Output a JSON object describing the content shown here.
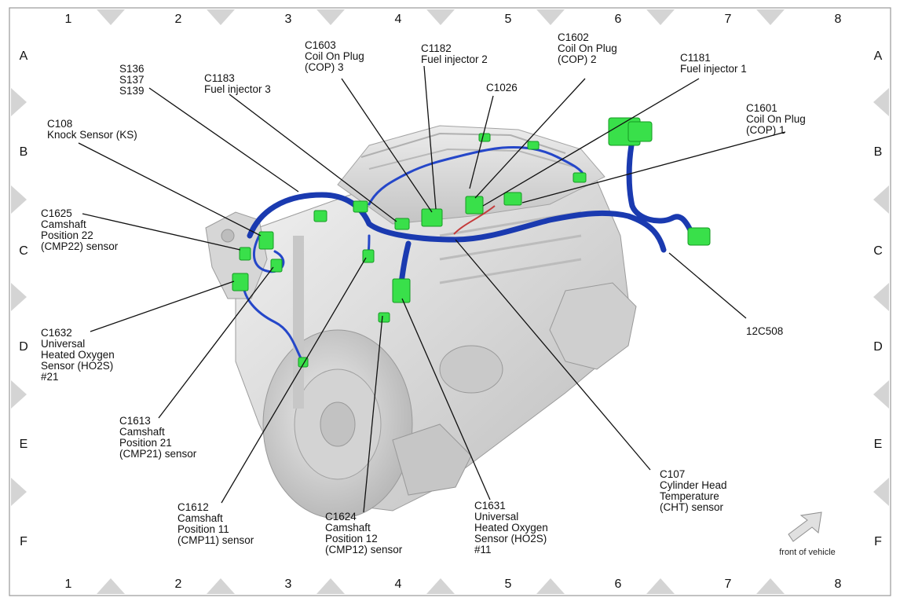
{
  "columns": [
    "1",
    "2",
    "3",
    "4",
    "5",
    "6",
    "7",
    "8"
  ],
  "rows": [
    "A",
    "B",
    "C",
    "D",
    "E",
    "F"
  ],
  "callouts": {
    "c1603": [
      "C1603",
      "Coil On Plug",
      "(COP) 3"
    ],
    "c1182": [
      "C1182",
      "Fuel injector 2"
    ],
    "c1602": [
      "C1602",
      "Coil On Plug",
      "(COP) 2"
    ],
    "c1181": [
      "C1181",
      "Fuel injector 1"
    ],
    "s136": [
      "S136",
      "S137",
      "S139"
    ],
    "c1183": [
      "C1183",
      "Fuel injector 3"
    ],
    "c1026": [
      "C1026"
    ],
    "c1601": [
      "C1601",
      "Coil On Plug",
      "(COP) 1"
    ],
    "c108": [
      "C108",
      "Knock Sensor (KS)"
    ],
    "c1625": [
      "C1625",
      "Camshaft",
      "Position 22",
      "(CMP22) sensor"
    ],
    "c1632": [
      "C1632",
      "Universal",
      "Heated Oxygen",
      "Sensor (HO2S)",
      "#21"
    ],
    "c12c508": [
      "12C508"
    ],
    "c1613": [
      "C1613",
      "Camshaft",
      "Position 21",
      "(CMP21) sensor"
    ],
    "c107": [
      "C107",
      "Cylinder Head",
      "Temperature",
      "(CHT) sensor"
    ],
    "c1612": [
      "C1612",
      "Camshaft",
      "Position 11",
      "(CMP11) sensor"
    ],
    "c1624": [
      "C1624",
      "Camshaft",
      "Position 12",
      "(CMP12) sensor"
    ],
    "c1631": [
      "C1631",
      "Universal",
      "Heated Oxygen",
      "Sensor (HO2S)",
      "#11"
    ]
  },
  "front_of_vehicle": "front of vehicle",
  "colors": {
    "harness": "#1a3ab0",
    "connector": "#39e04a",
    "engine": "#d9d9d9",
    "grid_marker": "#d4d4d4"
  }
}
